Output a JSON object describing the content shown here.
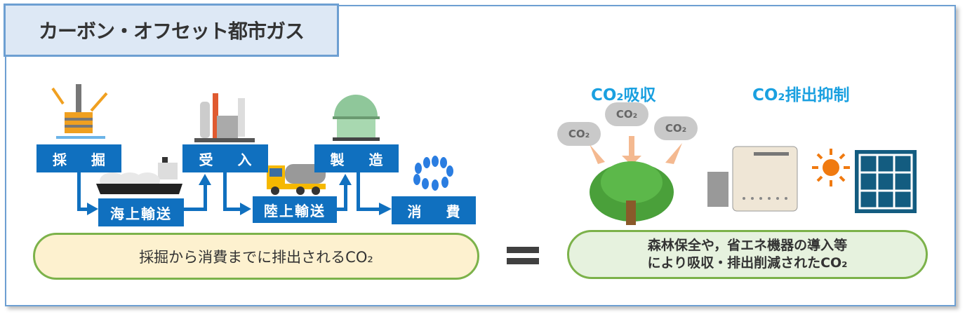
{
  "title": "カーボン・オフセット都市ガス",
  "stages": {
    "saikutsu": "採 掘",
    "kaijo": "海上輸送",
    "ukeire": "受 入",
    "rikujo": "陸上輸送",
    "seizo": "製 造",
    "shohi": "消 費"
  },
  "left_summary": "採掘から消費までに排出されるCO₂",
  "equals_sign": "=",
  "right_headers": {
    "absorption": "CO₂吸収",
    "suppression": "CO₂排出抑制"
  },
  "clouds": [
    "CO₂",
    "CO₂",
    "CO₂"
  ],
  "right_summary": {
    "line1": "森林保全や，省エネ機器の導入等",
    "line2": "により吸収・排出削減されたCO₂"
  },
  "colors": {
    "stage_blue": "#1070bf",
    "frame_blue": "#6d9fd2",
    "title_bg": "#dde8f5",
    "pill_left_bg": "#fdf1cf",
    "pill_right_bg": "#e6f2de",
    "pill_border": "#7cb24a",
    "header_cyan": "#1aa0e0"
  }
}
